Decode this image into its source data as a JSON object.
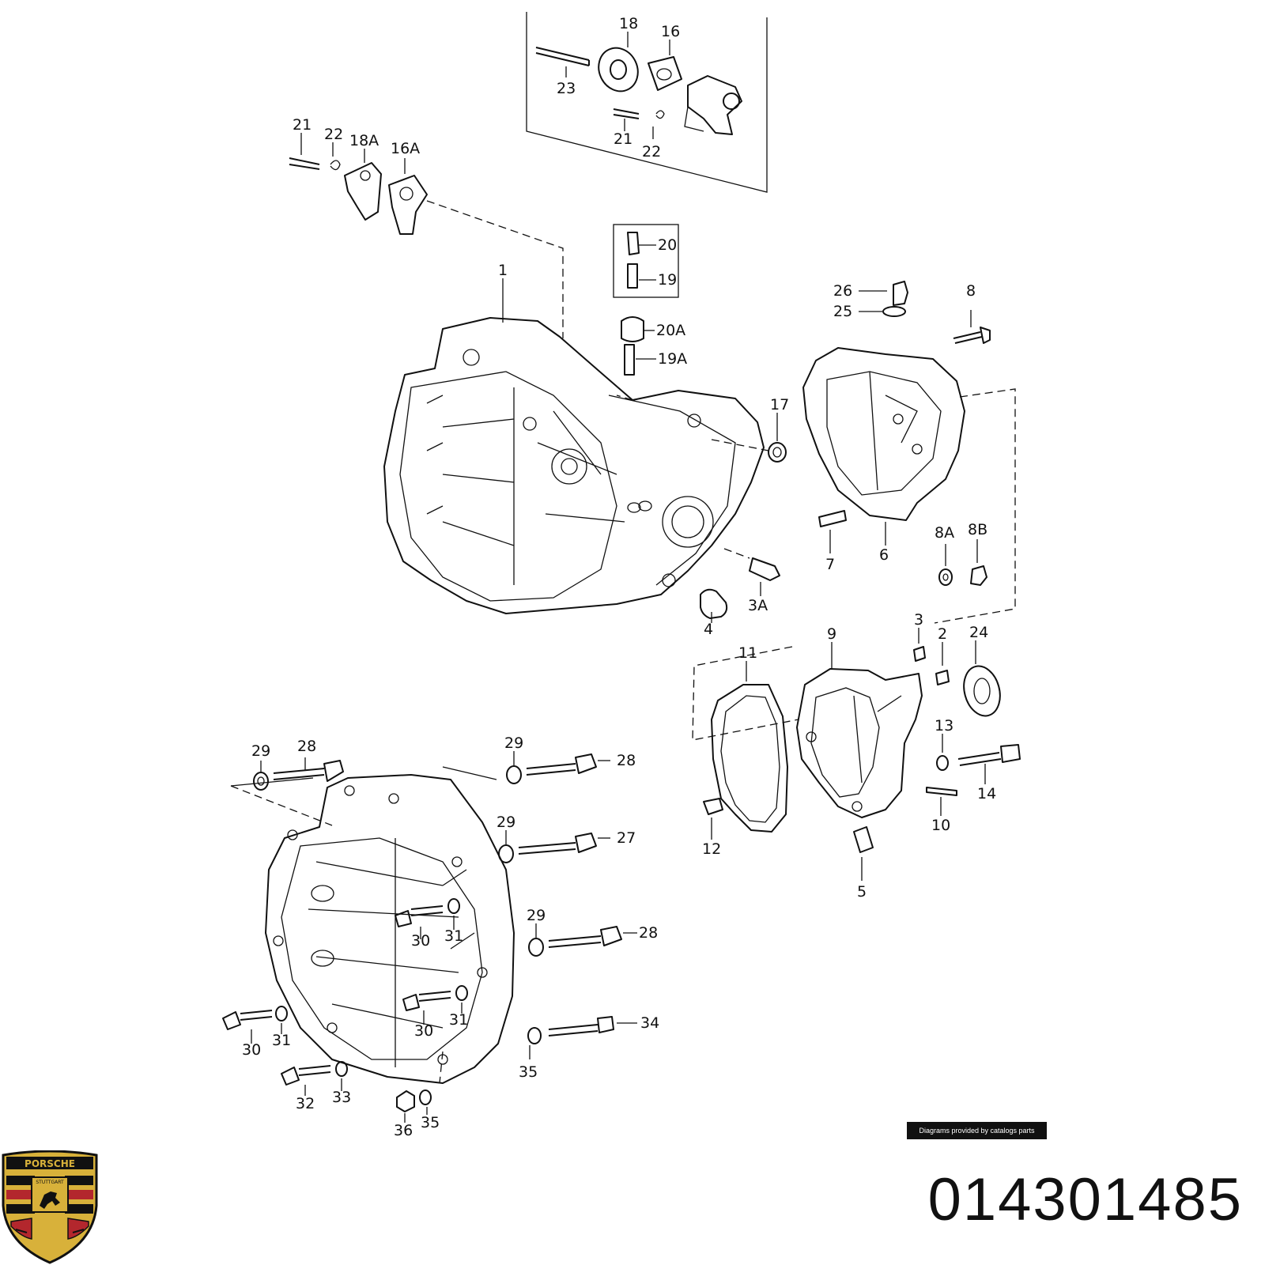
{
  "callouts": {
    "c1": "1",
    "c2": "2",
    "c3": "3",
    "c3a": "3A",
    "c4": "4",
    "c5": "5",
    "c6": "6",
    "c7": "7",
    "c8": "8",
    "c8a": "8A",
    "c8b": "8B",
    "c9": "9",
    "c10": "10",
    "c11": "11",
    "c12": "12",
    "c13": "13",
    "c14": "14",
    "c16": "16",
    "c16a": "16A",
    "c17": "17",
    "c18": "18",
    "c18a": "18A",
    "c19": "19",
    "c19a": "19A",
    "c20": "20",
    "c20a": "20A",
    "c21": "21",
    "c22": "22",
    "c23": "23",
    "c24": "24",
    "c25": "25",
    "c26": "26",
    "c27": "27",
    "c28": "28",
    "c29": "29",
    "c30": "30",
    "c31": "31",
    "c32": "32",
    "c33": "33",
    "c34": "34",
    "c35": "35",
    "c36": "36"
  },
  "credit": "Diagrams provided by catalogs parts",
  "part_number": "014301485",
  "logo": {
    "brand": "PORSCHE",
    "city": "STUTTGART",
    "colors": {
      "gold": "#d8b13a",
      "red": "#b3272d",
      "black": "#111111"
    }
  }
}
